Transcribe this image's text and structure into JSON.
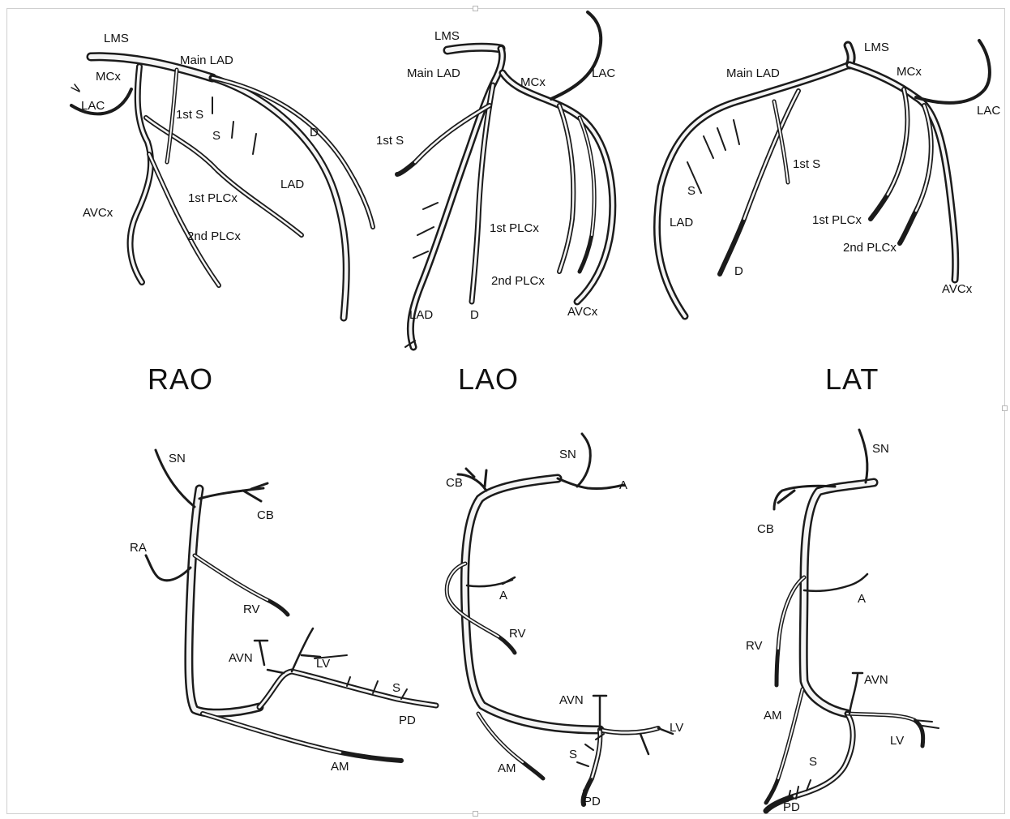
{
  "figure": {
    "top_row": {
      "rao": {
        "view_label": "RAO",
        "labels": {
          "lms": "LMS",
          "main_lad": "Main LAD",
          "mcx": "MCx",
          "lac": "LAC",
          "first_s": "1st S",
          "s": "S",
          "d": "D",
          "lad": "LAD",
          "first_plcx": "1st PLCx",
          "avcx": "AVCx",
          "second_plcx": "2nd PLCx"
        }
      },
      "lao": {
        "view_label": "LAO",
        "labels": {
          "lms": "LMS",
          "main_lad": "Main LAD",
          "mcx": "MCx",
          "lac": "LAC",
          "first_s": "1st S",
          "first_plcx": "1st PLCx",
          "second_plcx": "2nd PLCx",
          "lad": "LAD",
          "d": "D",
          "avcx": "AVCx"
        }
      },
      "lat": {
        "view_label": "LAT",
        "labels": {
          "lms": "LMS",
          "main_lad": "Main LAD",
          "mcx": "MCx",
          "lac": "LAC",
          "first_s": "1st S",
          "s": "S",
          "lad": "LAD",
          "first_plcx": "1st PLCx",
          "second_plcx": "2nd PLCx",
          "d": "D",
          "avcx": "AVCx"
        }
      }
    },
    "bottom_row": {
      "rao": {
        "labels": {
          "sn": "SN",
          "cb": "CB",
          "ra": "RA",
          "rv": "RV",
          "avn": "AVN",
          "lv": "LV",
          "s": "S",
          "pd": "PD",
          "am": "AM"
        }
      },
      "lao": {
        "labels": {
          "sn": "SN",
          "cb": "CB",
          "a_top": "A",
          "a_mid": "A",
          "rv": "RV",
          "avn": "AVN",
          "lv": "LV",
          "s": "S",
          "am": "AM",
          "pd": "PD"
        }
      },
      "lat": {
        "labels": {
          "sn": "SN",
          "cb": "CB",
          "a": "A",
          "rv": "RV",
          "avn": "AVN",
          "am": "AM",
          "lv": "LV",
          "s": "S",
          "pd": "PD"
        }
      }
    }
  }
}
